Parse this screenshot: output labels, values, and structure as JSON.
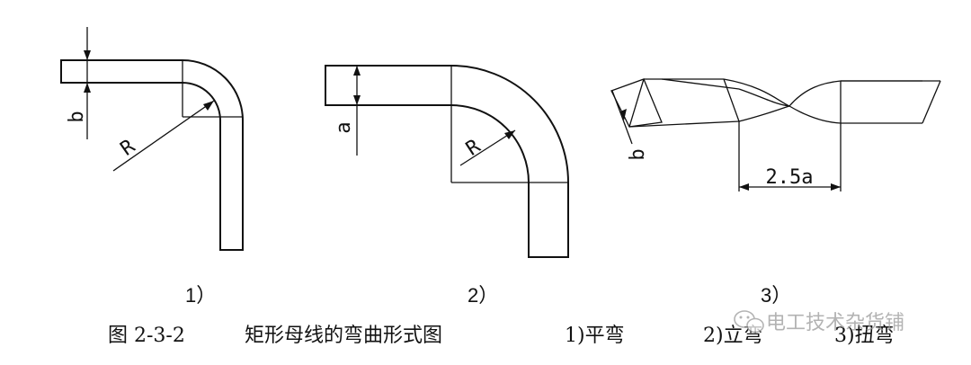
{
  "figure": {
    "panels": [
      {
        "number_label": "1）",
        "dimension_thickness": "b",
        "dimension_radius": "R"
      },
      {
        "number_label": "2）",
        "dimension_thickness": "a",
        "dimension_radius": "R"
      },
      {
        "number_label": "3）",
        "dimension_thickness": "b",
        "dimension_length": "2.5a"
      }
    ],
    "caption": {
      "figure_number": "图 2-3-2",
      "title": "矩形母线的弯曲形式图",
      "items": [
        "1)平弯",
        "2)立弯",
        "3)扭弯"
      ]
    },
    "watermark": "电工技术杂货铺",
    "watermark_icon": "wechat-icon"
  }
}
